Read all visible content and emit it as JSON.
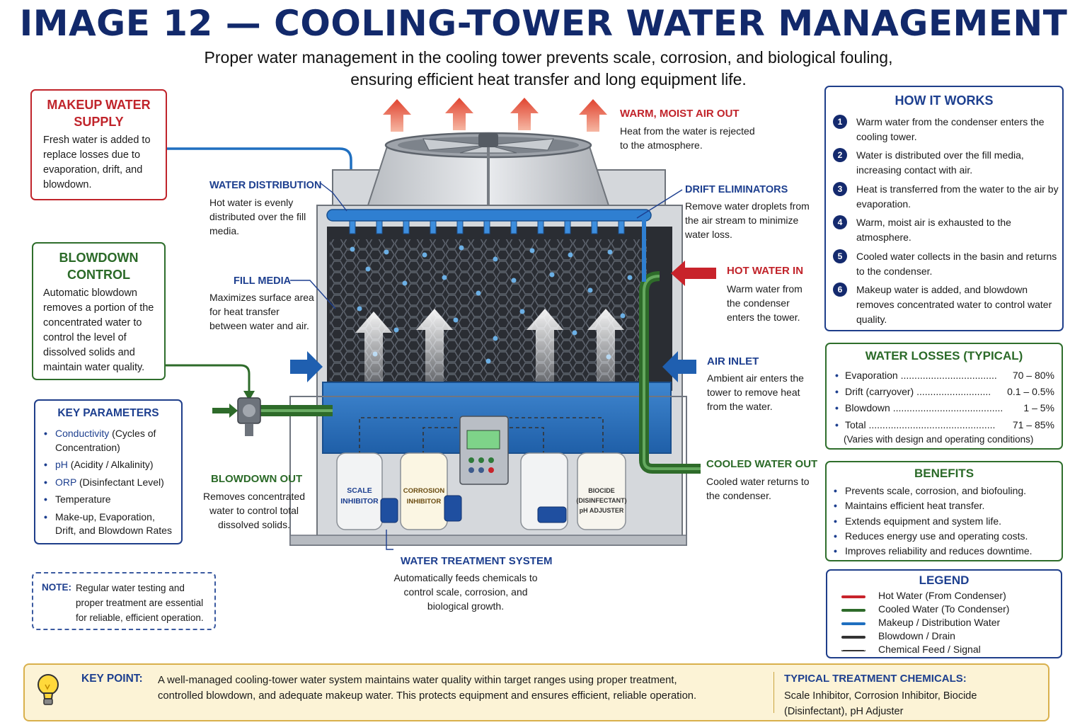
{
  "title": "IMAGE 12 — COOLING-TOWER WATER MANAGEMENT",
  "subtitle_line1": "Proper water management in the cooling tower prevents scale, corrosion, and biological fouling,",
  "subtitle_line2": "ensuring efficient heat transfer and long equipment life.",
  "makeup": {
    "heading_line1": "MAKEUP WATER",
    "heading_line2": "SUPPLY",
    "text": "Fresh water is added to replace losses due to evaporation, drift, and blowdown."
  },
  "blowdown_control": {
    "heading_line1": "BLOWDOWN",
    "heading_line2": "CONTROL",
    "text": "Automatic blowdown removes a portion of the concentrated water to control the level of dissolved solids and maintain water quality."
  },
  "key_parameters": {
    "heading": "KEY PARAMETERS",
    "items": [
      {
        "term": "Conductivity",
        "rest": " (Cycles of Concentration)"
      },
      {
        "term": "pH",
        "rest": " (Acidity / Alkalinity)"
      },
      {
        "term": "ORP",
        "rest": " (Disinfectant Level)"
      },
      {
        "term": "",
        "rest": "Temperature"
      },
      {
        "term": "",
        "rest": "Make-up, Evaporation, Drift, and Blowdown Rates"
      }
    ]
  },
  "note": {
    "label": "NOTE:",
    "text": "Regular water testing and proper treatment are essential for reliable, efficient operation."
  },
  "labels": {
    "warm_air_title": "WARM, MOIST AIR OUT",
    "warm_air_text": "Heat from the water is rejected to the atmosphere.",
    "water_dist_title": "WATER DISTRIBUTION",
    "water_dist_text": "Hot water is evenly distributed over the fill media.",
    "drift_title": "DRIFT ELIMINATORS",
    "drift_text": "Remove water droplets from the air stream to minimize water loss.",
    "fill_title": "FILL MEDIA",
    "fill_text": "Maximizes surface area for heat transfer between water and air.",
    "hot_in_title": "HOT WATER IN",
    "hot_in_text": "Warm water from the condenser enters the tower.",
    "air_inlet_title": "AIR INLET",
    "air_inlet_text": "Ambient air enters the tower to remove heat from the water.",
    "blowdown_out_title": "BLOWDOWN OUT",
    "blowdown_out_text": "Removes concentrated water to control total dissolved solids.",
    "cooled_out_title": "COOLED WATER OUT",
    "cooled_out_text": "Cooled water returns to the condenser.",
    "wts_title": "WATER TREATMENT SYSTEM",
    "wts_text": "Automatically feeds chemicals to control scale, corrosion, and biological growth."
  },
  "tanks": {
    "scale_line1": "SCALE",
    "scale_line2": "INHIBITOR",
    "corrosion_line1": "CORROSION",
    "corrosion_line2": "INHIBITOR",
    "biocide_line1": "BIOCIDE",
    "biocide_line2": "(DISINFECTANT)",
    "biocide_line3": "pH ADJUSTER"
  },
  "how_it_works": {
    "heading": "HOW IT WORKS",
    "steps": [
      {
        "n": "1",
        "text": "Warm water from the condenser enters the cooling tower."
      },
      {
        "n": "2",
        "text": "Water is distributed over the fill media, increasing contact with air."
      },
      {
        "n": "3",
        "text": "Heat is transferred from the water to the air by evaporation."
      },
      {
        "n": "4",
        "text": "Warm, moist air is exhausted to the atmosphere."
      },
      {
        "n": "5",
        "text": "Cooled water collects in the basin and returns to the condenser."
      },
      {
        "n": "6",
        "text": "Makeup water is added, and blowdown removes concentrated water to control water quality."
      }
    ]
  },
  "water_losses": {
    "heading": "WATER LOSSES (TYPICAL)",
    "rows": [
      {
        "name": "Evaporation ...................................",
        "value": "70  –  80%"
      },
      {
        "name": "Drift (carryover) ...........................",
        "value": "0.1  –  0.5%"
      },
      {
        "name": "Blowdown ........................................",
        "value": "1 – 5%"
      },
      {
        "name": "Total ..............................................",
        "value": "71  –  85%"
      }
    ],
    "footnote": "(Varies with design and operating conditions)"
  },
  "benefits": {
    "heading": "BENEFITS",
    "items": [
      "Prevents scale, corrosion, and biofouling.",
      "Maintains efficient heat transfer.",
      "Extends equipment and system life.",
      "Reduces energy use and operating costs.",
      "Improves reliability and reduces downtime."
    ]
  },
  "legend": {
    "heading": "LEGEND",
    "items": [
      {
        "label": "Hot Water (From Condenser)",
        "color": "#c8232b",
        "style": "solid"
      },
      {
        "label": "Cooled Water (To Condenser)",
        "color": "#2e6b2a",
        "style": "solid"
      },
      {
        "label": "Makeup / Distribution Water",
        "color": "#1f6fc0",
        "style": "solid"
      },
      {
        "label": "Blowdown / Drain",
        "color": "#333333",
        "style": "solid"
      },
      {
        "label": "Chemical Feed / Signal",
        "color": "#333333",
        "style": "dashed"
      }
    ]
  },
  "key_point": {
    "label": "KEY POINT:",
    "text_line1": "A well-managed cooling-tower water system maintains water quality within target ranges using proper treatment,",
    "text_line2": "controlled blowdown, and adequate makeup water.  This protects equipment and ensures efficient, reliable operation.",
    "chem_title": "TYPICAL TREATMENT CHEMICALS:",
    "chem_line1": "Scale Inhibitor, Corrosion Inhibitor, Biocide",
    "chem_line2": "(Disinfectant), pH Adjuster"
  },
  "colors": {
    "navy": "#12296b",
    "red": "#c0242b",
    "green": "#2f6e2c",
    "blue": "#1f6fc0",
    "gold": "#d9b04c"
  }
}
